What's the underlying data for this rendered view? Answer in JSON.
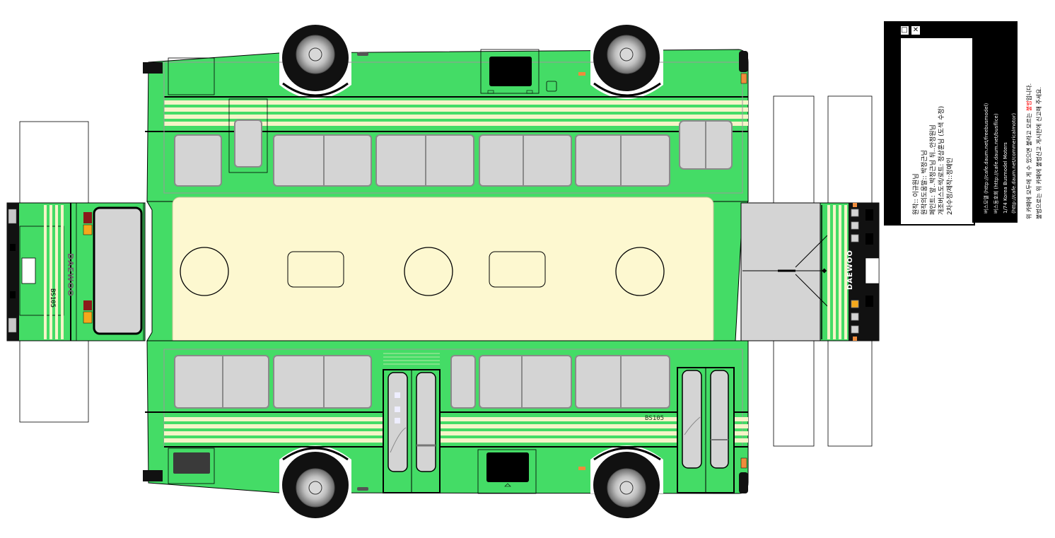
{
  "bus": {
    "brand": "DAEWOO",
    "model": "BS105"
  },
  "copyright_panel": {
    "title": "COPYRIGHT",
    "lines": [
      "원작:: 이규원님",
      "원작의도움말:: 박정근님",
      "페인트: 앞..박정근님 뒤..안정원님",
      "개조버스도색/로트: 정상훈님 (도색 수정)",
      "2차수정/제작::정예인"
    ],
    "links": [
      "버스모델 (http://cafe.daum.net/freebusmodel)",
      "버스동호회 (http://cafe.daum.net/busflice)",
      "1/74 Korea Busmodel Moters",
      "(http://cafe.daum.net/commericalmotor)"
    ]
  },
  "notice": {
    "line1_prefix": "위 카페에 모두에 게 수 있으면 불라고 모르는 ",
    "line1_highlight": "불법",
    "line1_suffix": "입니다.",
    "line2": "불법으로는 위 카페에 불법신고 게시판에 신고해 주세요."
  },
  "colors": {
    "body_green": "#44dc66",
    "roof_cream": "#fdf8d0",
    "stripe_cream": "#f6f4c8",
    "window_grey": "#d4d4d4",
    "tire_black": "#111111",
    "highlight_red": "#ff0000",
    "tail_red": "#8b1a1a",
    "amber": "#f4a81c"
  },
  "icons": {
    "window_controls": [
      "minimize-icon",
      "maximize-icon",
      "close-icon"
    ]
  }
}
